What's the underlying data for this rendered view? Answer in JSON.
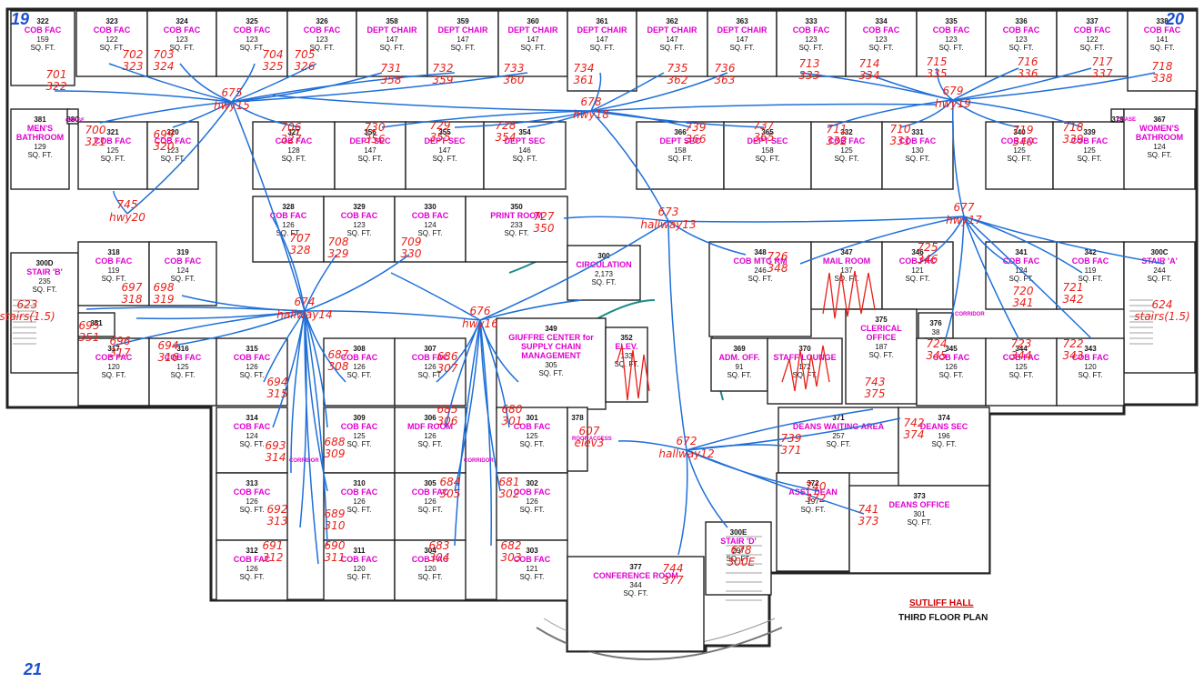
{
  "corners": {
    "top_left": "19",
    "top_right": "20",
    "bottom_left": "21"
  },
  "title": {
    "line1": "SUTLIFF HALL",
    "line2": "THIRD FLOOR PLAN"
  },
  "labels": {
    "corridor_1": "CORRIDOR",
    "corridor_2": "CORRIDOR",
    "corridor_3": "CORRIDOR",
    "chase_1": "CHASE",
    "chase_2": "CHASE",
    "roof_access": "ROOF ACCESS"
  },
  "rooms": [
    {
      "num": "322",
      "name": "COB FAC",
      "area": "159",
      "unit": "SQ. FT."
    },
    {
      "num": "323",
      "name": "COB FAC",
      "area": "122",
      "unit": "SQ. FT."
    },
    {
      "num": "324",
      "name": "COB FAC",
      "area": "123",
      "unit": "SQ. FT."
    },
    {
      "num": "325",
      "name": "COB FAC",
      "area": "123",
      "unit": "SQ. FT."
    },
    {
      "num": "326",
      "name": "COB FAC",
      "area": "123",
      "unit": "SQ. FT."
    },
    {
      "num": "358",
      "name": "DEPT CHAIR",
      "area": "147",
      "unit": "SQ. FT."
    },
    {
      "num": "359",
      "name": "DEPT CHAIR",
      "area": "147",
      "unit": "SQ. FT."
    },
    {
      "num": "360",
      "name": "DEPT CHAIR",
      "area": "147",
      "unit": "SQ. FT."
    },
    {
      "num": "361",
      "name": "DEPT CHAIR",
      "area": "147",
      "unit": "SQ. FT."
    },
    {
      "num": "362",
      "name": "DEPT CHAIR",
      "area": "147",
      "unit": "SQ. FT."
    },
    {
      "num": "363",
      "name": "DEPT CHAIR",
      "area": "147",
      "unit": "SQ. FT."
    },
    {
      "num": "333",
      "name": "COB FAC",
      "area": "123",
      "unit": "SQ. FT."
    },
    {
      "num": "334",
      "name": "COB FAC",
      "area": "123",
      "unit": "SQ. FT."
    },
    {
      "num": "335",
      "name": "COB FAC",
      "area": "123",
      "unit": "SQ. FT."
    },
    {
      "num": "336",
      "name": "COB FAC",
      "area": "123",
      "unit": "SQ. FT."
    },
    {
      "num": "337",
      "name": "COB FAC",
      "area": "122",
      "unit": "SQ. FT."
    },
    {
      "num": "338",
      "name": "COB FAC",
      "area": "141",
      "unit": "SQ. FT."
    },
    {
      "num": "381",
      "name": "MEN'S BATHROOM",
      "area": "129",
      "unit": "SQ. FT."
    },
    {
      "num": "380",
      "name": "",
      "area": "",
      "unit": ""
    },
    {
      "num": "321",
      "name": "COB FAC",
      "area": "125",
      "unit": "SQ. FT."
    },
    {
      "num": "320",
      "name": "COB FAC",
      "area": "123",
      "unit": "SQ. FT."
    },
    {
      "num": "327",
      "name": "COB FAC",
      "area": "128",
      "unit": "SQ. FT."
    },
    {
      "num": "356",
      "name": "DEPT SEC",
      "area": "147",
      "unit": "SQ. FT."
    },
    {
      "num": "355",
      "name": "DEPT SEC",
      "area": "147",
      "unit": "SQ. FT."
    },
    {
      "num": "354",
      "name": "DEPT SEC",
      "area": "146",
      "unit": "SQ. FT."
    },
    {
      "num": "366",
      "name": "DEPT SEC",
      "area": "158",
      "unit": "SQ. FT."
    },
    {
      "num": "365",
      "name": "DEPT SEC",
      "area": "158",
      "unit": "SQ. FT."
    },
    {
      "num": "332",
      "name": "COB FAC",
      "area": "125",
      "unit": "SQ. FT."
    },
    {
      "num": "331",
      "name": "COB FAC",
      "area": "130",
      "unit": "SQ. FT."
    },
    {
      "num": "340",
      "name": "COB FAC",
      "area": "125",
      "unit": "SQ. FT."
    },
    {
      "num": "339",
      "name": "COB FAC",
      "area": "125",
      "unit": "SQ. FT."
    },
    {
      "num": "379",
      "name": "",
      "area": "",
      "unit": ""
    },
    {
      "num": "367",
      "name": "WOMEN'S BATHROOM",
      "area": "124",
      "unit": "SQ. FT."
    },
    {
      "num": "328",
      "name": "COB FAC",
      "area": "126",
      "unit": "SQ. FT."
    },
    {
      "num": "329",
      "name": "COB FAC",
      "area": "123",
      "unit": "SQ. FT."
    },
    {
      "num": "330",
      "name": "COB FAC",
      "area": "124",
      "unit": "SQ. FT."
    },
    {
      "num": "350",
      "name": "PRINT ROOM",
      "area": "233",
      "unit": "SQ. FT."
    },
    {
      "num": "300",
      "name": "CIRCULATION",
      "area": "2,173",
      "unit": "SQ. FT."
    },
    {
      "num": "300D",
      "name": "STAIR 'B'",
      "area": "235",
      "unit": "SQ. FT."
    },
    {
      "num": "318",
      "name": "COB FAC",
      "area": "119",
      "unit": "SQ. FT."
    },
    {
      "num": "319",
      "name": "COB FAC",
      "area": "124",
      "unit": "SQ. FT."
    },
    {
      "num": "351",
      "name": "",
      "area": "",
      "unit": ""
    },
    {
      "num": "317",
      "name": "COB FAC",
      "area": "120",
      "unit": "SQ. FT."
    },
    {
      "num": "316",
      "name": "COB FAC",
      "area": "125",
      "unit": "SQ. FT."
    },
    {
      "num": "315",
      "name": "COB FAC",
      "area": "126",
      "unit": "SQ. FT."
    },
    {
      "num": "308",
      "name": "COB FAC",
      "area": "126",
      "unit": "SQ. FT."
    },
    {
      "num": "307",
      "name": "COB FAC",
      "area": "126",
      "unit": "SQ. FT."
    },
    {
      "num": "349",
      "name": "GIUFFRE CENTER for SUPPLY CHAIN MANAGEMENT",
      "area": "305",
      "unit": "SQ. FT."
    },
    {
      "num": "352",
      "name": "ELEV.",
      "area": "133",
      "unit": "SQ. FT."
    },
    {
      "num": "348",
      "name": "COB MTG RM",
      "area": "246",
      "unit": "SQ. FT."
    },
    {
      "num": "347",
      "name": "MAIL ROOM",
      "area": "137",
      "unit": "SQ. FT."
    },
    {
      "num": "346",
      "name": "COB FAC",
      "area": "121",
      "unit": "SQ. FT."
    },
    {
      "num": "341",
      "name": "COB FAC",
      "area": "124",
      "unit": "SQ. FT."
    },
    {
      "num": "342",
      "name": "COB FAC",
      "area": "119",
      "unit": "SQ. FT."
    },
    {
      "num": "300C",
      "name": "STAIR 'A'",
      "area": "244",
      "unit": "SQ. FT."
    },
    {
      "num": "376",
      "name": "",
      "area": "38",
      "unit": "SQ. FT."
    },
    {
      "num": "369",
      "name": "ADM. OFF.",
      "area": "91",
      "unit": "SQ. FT."
    },
    {
      "num": "370",
      "name": "STAFF LOUNGE",
      "area": "172",
      "unit": "SQ. FT."
    },
    {
      "num": "375",
      "name": "CLERICAL OFFICE",
      "area": "187",
      "unit": "SQ. FT."
    },
    {
      "num": "345",
      "name": "COB FAC",
      "area": "126",
      "unit": "SQ. FT."
    },
    {
      "num": "344",
      "name": "COB FAC",
      "area": "125",
      "unit": "SQ. FT."
    },
    {
      "num": "343",
      "name": "COB FAC",
      "area": "120",
      "unit": "SQ. FT."
    },
    {
      "num": "314",
      "name": "COB FAC",
      "area": "124",
      "unit": "SQ. FT."
    },
    {
      "num": "309",
      "name": "COB FAC",
      "area": "125",
      "unit": "SQ. FT."
    },
    {
      "num": "306",
      "name": "MDF ROOM",
      "area": "126",
      "unit": "SQ. FT."
    },
    {
      "num": "301",
      "name": "COB FAC",
      "area": "125",
      "unit": "SQ. FT."
    },
    {
      "num": "378",
      "name": "",
      "area": "",
      "unit": ""
    },
    {
      "num": "371",
      "name": "DEANS WAITING AREA",
      "area": "257",
      "unit": "SQ. FT."
    },
    {
      "num": "374",
      "name": "DEANS SEC",
      "area": "196",
      "unit": "SQ. FT."
    },
    {
      "num": "313",
      "name": "COB FAC",
      "area": "126",
      "unit": "SQ. FT."
    },
    {
      "num": "310",
      "name": "COB FAC",
      "area": "126",
      "unit": "SQ. FT."
    },
    {
      "num": "305",
      "name": "COB FAC",
      "area": "126",
      "unit": "SQ. FT."
    },
    {
      "num": "302",
      "name": "COB FAC",
      "area": "126",
      "unit": "SQ. FT."
    },
    {
      "num": "372",
      "name": "ASST. DEAN",
      "area": "197",
      "unit": "SQ. FT."
    },
    {
      "num": "373",
      "name": "DEANS OFFICE",
      "area": "301",
      "unit": "SQ. FT."
    },
    {
      "num": "312",
      "name": "COB FAC",
      "area": "126",
      "unit": "SQ. FT."
    },
    {
      "num": "311",
      "name": "COB FAC",
      "area": "120",
      "unit": "SQ. FT."
    },
    {
      "num": "304",
      "name": "COB FAC",
      "area": "120",
      "unit": "SQ. FT."
    },
    {
      "num": "303",
      "name": "COB FAC",
      "area": "121",
      "unit": "SQ. FT."
    },
    {
      "num": "377",
      "name": "CONFERENCE ROOM",
      "area": "344",
      "unit": "SQ. FT."
    },
    {
      "num": "300E",
      "name": "STAIR 'D'",
      "area": "297",
      "unit": "SQ. FT."
    }
  ],
  "hallways": [
    {
      "id": "675",
      "label": "hwy15"
    },
    {
      "id": "678",
      "label": "hwy18"
    },
    {
      "id": "679",
      "label": "hwy19"
    },
    {
      "id": "745",
      "label": "hwy20"
    },
    {
      "id": "673",
      "label": "hallway13"
    },
    {
      "id": "677",
      "label": "hwy17"
    },
    {
      "id": "674",
      "label": "hallway14"
    },
    {
      "id": "676",
      "label": "hwy16"
    },
    {
      "id": "672",
      "label": "hallway12"
    }
  ],
  "annotations": [
    "701 322",
    "702 323",
    "703 324",
    "704 325",
    "705 326",
    "731 358",
    "732 359",
    "733 360",
    "734 361",
    "735 362",
    "736 363",
    "713 333",
    "714 334",
    "715 335",
    "716 336",
    "717 337",
    "718 338",
    "706 327",
    "700 321",
    "699 320",
    "730 356",
    "729 355",
    "728 354",
    "739 366",
    "737 365",
    "711 332",
    "710 331",
    "719 340",
    "718 339",
    "727 350",
    "726 348",
    "725 346",
    "724 345",
    "723 344",
    "722 343",
    "720 341",
    "721 342",
    "707 328",
    "708 329",
    "709 330",
    "623 stairs(1.5)",
    "624 stairs(1.5)",
    "697 318",
    "698 319",
    "695 351",
    "696 317",
    "694 316",
    "694 315",
    "687 308",
    "686 307",
    "685 306",
    "680 301",
    "607 elev3",
    "743 375",
    "742 374",
    "693 314",
    "688 309",
    "684 305",
    "681 302",
    "739 371",
    "740 372",
    "741 373",
    "692 313",
    "689 310",
    "690 311",
    "691 312",
    "683 304",
    "682 303",
    "744 377",
    "678 300E"
  ]
}
